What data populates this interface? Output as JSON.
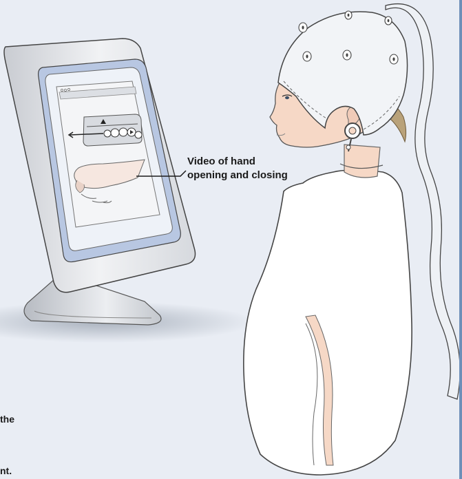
{
  "callout": {
    "line1": "Video of hand",
    "line2": "opening and closing"
  },
  "text_fragments": {
    "left_mid": "the",
    "left_bottom": "nt."
  },
  "colors": {
    "background": "#e9edf4",
    "monitor_frame": "#e4e6ea",
    "screen_bezel": "#b8c7e2",
    "cap": "#f2f4f7",
    "shirt": "#ffffff",
    "skin": "#f6d8c6",
    "accent_bar": "#6e8fb8"
  },
  "icons": [
    "play-icon",
    "pause-icon",
    "rewind-icon",
    "forward-icon",
    "electrode-icon"
  ]
}
